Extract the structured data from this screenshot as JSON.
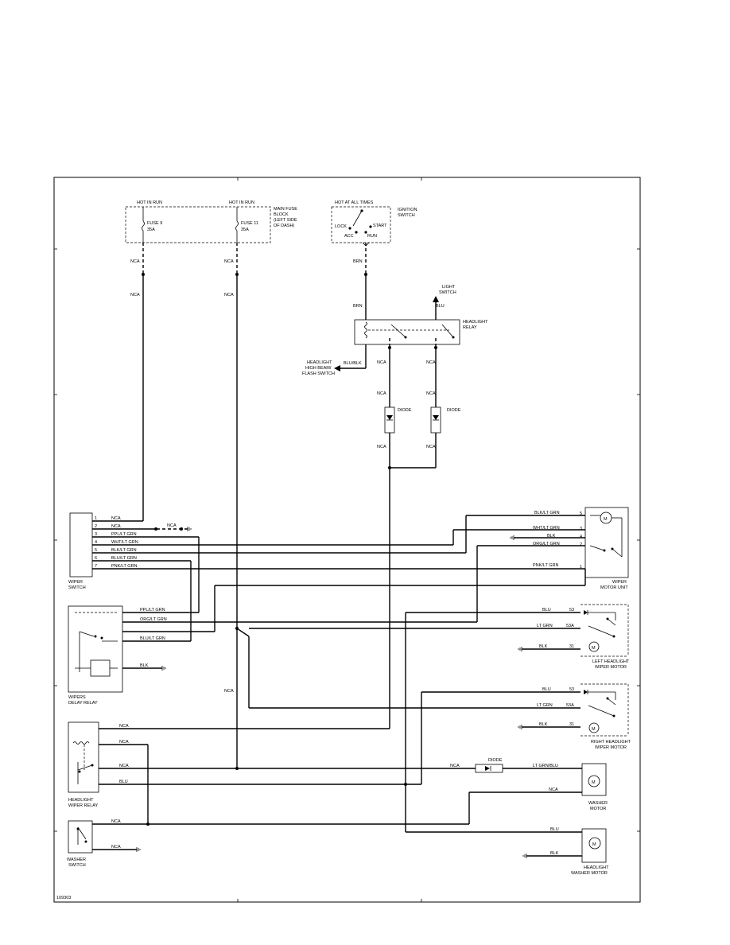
{
  "diagram_id": "109303",
  "fuse_block": {
    "hot1": "HOT IN RUN",
    "hot2": "HOT IN RUN",
    "fuse1_name": "FUSE 9",
    "fuse1_amp": "35A",
    "fuse2_name": "FUSE 11",
    "fuse2_amp": "35A",
    "label_l1": "MAIN FUSE",
    "label_l2": "BLOCK",
    "label_l3": "(LEFT SIDE",
    "label_l4": "OF DASH)"
  },
  "ignition": {
    "hot": "HOT AT ALL TIMES",
    "label_l1": "IGNITION",
    "label_l2": "SWITCH",
    "lock": "LOCK",
    "acc": "ACC",
    "run": "RUN",
    "start": "START"
  },
  "headlight_relay": {
    "label_l1": "HEADLIGHT",
    "label_l2": "RELAY",
    "light_switch_l1": "LIGHT",
    "light_switch_l2": "SWITCH",
    "flash_l1": "HEADLIGHT",
    "flash_l2": "HIGH BEAM/",
    "flash_l3": "FLASH SWITCH"
  },
  "diodes": {
    "d1": "DIODE",
    "d2": "DIODE",
    "d3": "DIODE"
  },
  "wires": {
    "nca": "NCA",
    "brn": "BRN",
    "blu": "BLU",
    "blu_blk": "BLU/BLK",
    "ppl_lt_grn": "PPL/LT GRN",
    "wht_lt_grn": "WHT/LT GRN",
    "blk_lt_grn": "BLK/LT GRN",
    "blu_lt_grn": "BLU/LT GRN",
    "pnk_lt_grn": "PNK/LT GRN",
    "org_lt_grn": "ORG/LT GRN",
    "blk": "BLK",
    "lt_grn": "LT GRN",
    "lt_grn_blu": "LT GRN/BLU"
  },
  "pins": {
    "p1": "1",
    "p2": "2",
    "p3": "3",
    "p4": "4",
    "p5": "5",
    "p6": "6",
    "p7": "7",
    "p53": "53",
    "p53a": "53A",
    "p31": "31"
  },
  "components": {
    "wiper_switch_l1": "WIPER",
    "wiper_switch_l2": "SWITCH",
    "wiper_motor_l1": "WIPER",
    "wiper_motor_l2": "MOTOR UNIT",
    "wipers_relay_l1": "WIPERS",
    "wipers_relay_l2": "DELAY RELAY",
    "lh_motor_l1": "LEFT HEADLIGHT",
    "lh_motor_l2": "WIPER MOTOR",
    "rh_motor_l1": "RIGHT HEADLIGHT",
    "rh_motor_l2": "WIPER MOTOR",
    "hl_wiper_relay_l1": "HEADLIGHT",
    "hl_wiper_relay_l2": "WIPER RELAY",
    "washer_motor_l1": "WASHER",
    "washer_motor_l2": "MOTOR",
    "washer_switch_l1": "WASHER",
    "washer_switch_l2": "SWITCH",
    "hl_washer_l1": "HEADLIGHT",
    "hl_washer_l2": "WASHER MOTOR",
    "motor_symbol": "M"
  }
}
